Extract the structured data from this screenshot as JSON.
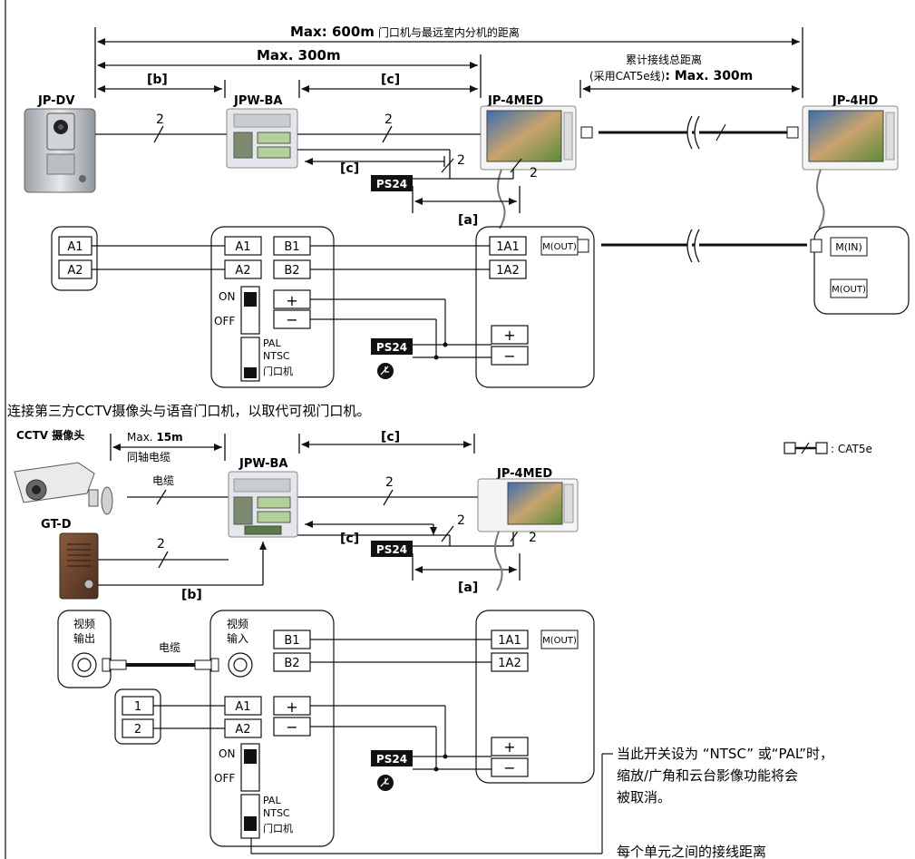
{
  "top": {
    "max600_prefix": "Max: ",
    "max600_value": "600m",
    "max600_desc": "门口机与最远室内分机的距离",
    "max300": "Max. 300m",
    "cum_label1": "累计接线总距离",
    "cum_label2": "(采用CAT5e线)",
    "cum_max": ": Max. 300m",
    "b_label": "[b]",
    "c_label": "[c]",
    "a_label": "[a]",
    "dev_jpdv": "JP-DV",
    "dev_jpwba": "JPW-BA",
    "dev_jp4med": "JP-4MED",
    "dev_jp4hd": "JP-4HD",
    "wire2": "2",
    "ps24": "PS24"
  },
  "wiring1": {
    "door_terms": [
      "A1",
      "A2"
    ],
    "ba_terms_left": [
      "A1",
      "A2"
    ],
    "ba_terms_right": [
      "B1",
      "B2"
    ],
    "on": "ON",
    "off": "OFF",
    "plus": "+",
    "minus": "−",
    "pal": "PAL",
    "ntsc": "NTSC",
    "menkouji": "门口机",
    "med_terms": [
      "1A1",
      "1A2"
    ],
    "m_out": "M(OUT)",
    "m_in": "M(IN)",
    "m_out2": "M(OUT)"
  },
  "section_title": "连接第三方CCTV摄像头与语音门口机，以取代可视门口机。",
  "bottom": {
    "cctv": "CCTV 摄像头",
    "max15_prefix": "Max. ",
    "max15_value": "15m",
    "coax": "同轴电缆",
    "cable": "电缆",
    "gtd": "GT-D",
    "jpwba": "JPW-BA",
    "jp4med": "JP-4MED",
    "c_label": "[c]",
    "b_label": "[b]",
    "a_label": "[a]",
    "wire2": "2",
    "ps24": "PS24",
    "cat5e_legend": ": CAT5e"
  },
  "wiring2": {
    "video_out": [
      "视频",
      "输出"
    ],
    "video_in": [
      "视频",
      "输入"
    ],
    "cable": "电缆",
    "door_terms": [
      "1",
      "2"
    ],
    "ba_terms_left": [
      "A1",
      "A2"
    ],
    "ba_terms_right": [
      "B1",
      "B2"
    ],
    "med_terms": [
      "1A1",
      "1A2"
    ],
    "m_out": "M(OUT)",
    "on": "ON",
    "off": "OFF",
    "pal": "PAL",
    "ntsc": "NTSC",
    "menkouji": "门口机"
  },
  "notes": {
    "note1_l1": "当此开关设为 “NTSC” 或“PAL”时，",
    "note1_l2": "缩放/广角和云台影像功能将会",
    "note1_l3": "被取消。",
    "note2": "每个单元之间的接线距离"
  }
}
